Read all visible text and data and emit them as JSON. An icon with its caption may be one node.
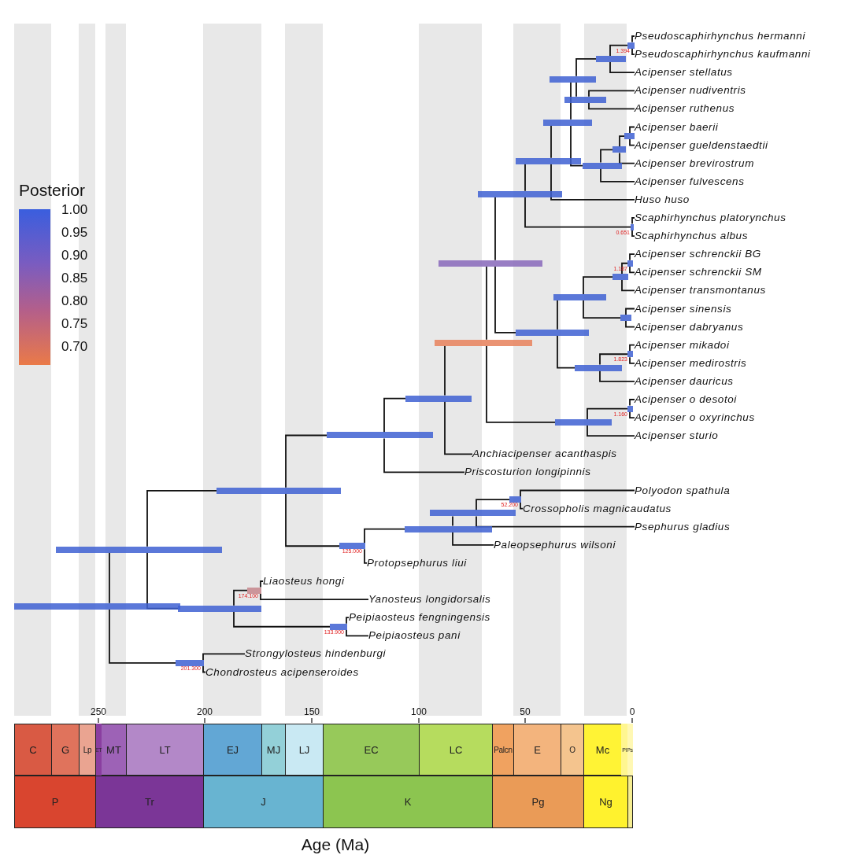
{
  "diagram": {
    "nodes": [
      {
        "text": [
          "Pseudoscaphirhynchus hermanni"
        ]
      },
      {
        "text": [
          "Pseudoscaphirhynchus kaufmanni"
        ]
      },
      {
        "text": [
          "Acipenser stellatus"
        ]
      },
      {
        "text": [
          "Acipenser nudiventris"
        ]
      },
      {
        "text": [
          "Acipenser ruthenus"
        ]
      },
      {
        "text": [
          "Acipenser baerii"
        ]
      },
      {
        "text": [
          "Acipenser gueldenstaedtii"
        ]
      },
      {
        "text": [
          "Acipenser brevirostrum"
        ]
      },
      {
        "text": [
          "Acipenser fulvescens"
        ]
      },
      {
        "text": [
          "Huso huso"
        ]
      },
      {
        "text": [
          "Scaphirhynchus platorynchus"
        ]
      },
      {
        "text": [
          "Scaphirhynchus albus"
        ]
      },
      {
        "text": [
          "Acipenser schrenckii BG"
        ]
      },
      {
        "text": [
          "Acipenser schrenckii SM"
        ]
      },
      {
        "text": [
          "Acipenser transmontanus"
        ]
      },
      {
        "text": [
          "Acipenser sinensis"
        ]
      },
      {
        "text": [
          "Acipenser dabryanus"
        ]
      },
      {
        "text": [
          "Acipenser mikadoi"
        ]
      },
      {
        "text": [
          "Acipenser medirostris"
        ]
      },
      {
        "text": [
          "Acipenser dauricus"
        ]
      },
      {
        "text": [
          "Acipenser o desotoi"
        ]
      },
      {
        "text": [
          "Acipenser o oxyrinchus"
        ]
      },
      {
        "text": [
          "Acipenser sturio"
        ]
      },
      {
        "text": [
          "Anchiacipenser acanthaspis"
        ]
      },
      {
        "text": [
          "Priscosturion longipinnis"
        ]
      },
      {
        "text": [
          "Polyodon spathula"
        ]
      },
      {
        "text": [
          "Crossopholis magnicaudatus"
        ]
      },
      {
        "text": [
          "Psephurus gladius"
        ]
      },
      {
        "text": [
          "Paleopsephurus wilsoni"
        ]
      },
      {
        "text": [
          "Protopsephurus liui"
        ]
      },
      {
        "text": [
          "Liaosteus hongi"
        ]
      },
      {
        "text": [
          "Yanosteus longidorsalis"
        ]
      },
      {
        "text": [
          "Peipiaosteus fengningensis"
        ]
      },
      {
        "text": [
          "Peipiaosteus pani"
        ]
      },
      {
        "text": [
          "Strongylosteus hindenburgi"
        ]
      },
      {
        "text": [
          "Chondrosteus acipenseroides"
        ]
      },
      {
        "text": [],
        "shape": "bar",
        "beside": [
          "1.394"
        ]
      },
      {
        "text": [],
        "shape": "bar"
      },
      {
        "text": [],
        "shape": "bar"
      },
      {
        "text": [],
        "shape": "bar"
      },
      {
        "text": [],
        "shape": "bar"
      },
      {
        "text": [],
        "shape": "bar"
      },
      {
        "text": [],
        "shape": "bar"
      },
      {
        "text": [],
        "shape": "bar"
      },
      {
        "text": [],
        "shape": "bar"
      },
      {
        "text": [],
        "shape": "bar"
      },
      {
        "text": [],
        "shape": "bar",
        "beside": [
          "0.651"
        ]
      },
      {
        "text": [],
        "shape": "bar"
      },
      {
        "text": [],
        "shape": "bar",
        "beside": [
          "1.187"
        ]
      },
      {
        "text": [],
        "shape": "bar"
      },
      {
        "text": [],
        "shape": "bar"
      },
      {
        "text": [],
        "shape": "bar"
      },
      {
        "text": [],
        "shape": "bar"
      },
      {
        "text": [],
        "shape": "bar"
      },
      {
        "text": [],
        "shape": "bar",
        "beside": [
          "1.823"
        ]
      },
      {
        "text": [],
        "shape": "bar"
      },
      {
        "text": [],
        "shape": "bar"
      },
      {
        "text": [],
        "shape": "bar",
        "beside": [
          "1.160"
        ]
      },
      {
        "text": [],
        "shape": "bar"
      },
      {
        "text": [],
        "shape": "bar"
      },
      {
        "text": [],
        "shape": "bar"
      },
      {
        "text": [],
        "shape": "bar",
        "beside": [
          "52.200"
        ]
      },
      {
        "text": [],
        "shape": "bar"
      },
      {
        "text": [],
        "shape": "bar"
      },
      {
        "text": [],
        "shape": "bar",
        "beside": [
          "125.000"
        ]
      },
      {
        "text": [],
        "shape": "bar"
      },
      {
        "text": [],
        "shape": "bar",
        "beside": [
          "174.100"
        ]
      },
      {
        "text": [],
        "shape": "bar"
      },
      {
        "text": [],
        "shape": "bar"
      },
      {
        "text": [],
        "shape": "bar",
        "beside": [
          "133.900"
        ]
      },
      {
        "text": [],
        "shape": "bar",
        "beside": [
          "201.300"
        ]
      },
      {
        "text": [
          "C"
        ]
      },
      {
        "text": [
          "G"
        ]
      },
      {
        "text": [
          "Lp"
        ]
      },
      {
        "text": [
          "ET"
        ]
      },
      {
        "text": [
          "MT"
        ]
      },
      {
        "text": [
          "LT"
        ]
      },
      {
        "text": [
          "EJ"
        ]
      },
      {
        "text": [
          "MJ"
        ]
      },
      {
        "text": [
          "LJ"
        ]
      },
      {
        "text": [
          "EC"
        ]
      },
      {
        "text": [
          "LC"
        ]
      },
      {
        "text": [
          "Palcn"
        ]
      },
      {
        "text": [
          "E"
        ]
      },
      {
        "text": [
          "O"
        ]
      },
      {
        "text": [
          "Mc"
        ]
      },
      {
        "text": [
          "Pl"
        ]
      },
      {
        "text": [
          "Ps"
        ]
      },
      {
        "text": [
          "P"
        ]
      },
      {
        "text": [
          "Tr"
        ]
      },
      {
        "text": [
          "J"
        ]
      },
      {
        "text": [
          "K"
        ]
      },
      {
        "text": [
          "Pg"
        ]
      },
      {
        "text": [
          "Ng"
        ]
      },
      {
        "text": [],
        "shape": "box"
      },
      {
        "text": [],
        "shape": "bar",
        "beside": [
          "Posterior",
          "1.00",
          "0.95",
          "0.90",
          "0.85",
          "0.80",
          "0.75",
          "0.70"
        ]
      }
    ],
    "edges": [
      {
        "from": 36,
        "to": 0,
        "arrow": "none"
      },
      {
        "from": 36,
        "to": 1,
        "arrow": "none"
      },
      {
        "from": 37,
        "to": 36,
        "arrow": "none"
      },
      {
        "from": 37,
        "to": 2,
        "arrow": "none"
      },
      {
        "from": 38,
        "to": 37,
        "arrow": "none"
      },
      {
        "from": 38,
        "to": 39,
        "arrow": "none"
      },
      {
        "from": 39,
        "to": 3,
        "arrow": "none"
      },
      {
        "from": 39,
        "to": 4,
        "arrow": "none"
      },
      {
        "from": 40,
        "to": 38,
        "arrow": "none"
      },
      {
        "from": 40,
        "to": 44,
        "arrow": "none"
      },
      {
        "from": 41,
        "to": 5,
        "arrow": "none"
      },
      {
        "from": 41,
        "to": 6,
        "arrow": "none"
      },
      {
        "from": 42,
        "to": 41,
        "arrow": "none"
      },
      {
        "from": 42,
        "to": 7,
        "arrow": "none"
      },
      {
        "from": 43,
        "to": 40,
        "arrow": "none"
      },
      {
        "from": 43,
        "to": 9,
        "arrow": "none"
      },
      {
        "from": 44,
        "to": 42,
        "arrow": "none"
      },
      {
        "from": 44,
        "to": 8,
        "arrow": "none"
      },
      {
        "from": 45,
        "to": 43,
        "arrow": "none"
      },
      {
        "from": 45,
        "to": 46,
        "arrow": "none"
      },
      {
        "from": 46,
        "to": 10,
        "arrow": "none"
      },
      {
        "from": 46,
        "to": 11,
        "arrow": "none"
      },
      {
        "from": 47,
        "to": 45,
        "arrow": "none"
      },
      {
        "from": 47,
        "to": 52,
        "arrow": "none"
      },
      {
        "from": 48,
        "to": 12,
        "arrow": "none"
      },
      {
        "from": 48,
        "to": 13,
        "arrow": "none"
      },
      {
        "from": 49,
        "to": 48,
        "arrow": "none"
      },
      {
        "from": 49,
        "to": 14,
        "arrow": "none"
      },
      {
        "from": 50,
        "to": 49,
        "arrow": "none"
      },
      {
        "from": 50,
        "to": 51,
        "arrow": "none"
      },
      {
        "from": 51,
        "to": 15,
        "arrow": "none"
      },
      {
        "from": 51,
        "to": 16,
        "arrow": "none"
      },
      {
        "from": 52,
        "to": 50,
        "arrow": "none"
      },
      {
        "from": 52,
        "to": 55,
        "arrow": "none"
      },
      {
        "from": 53,
        "to": 47,
        "arrow": "none"
      },
      {
        "from": 53,
        "to": 58,
        "arrow": "none"
      },
      {
        "from": 54,
        "to": 17,
        "arrow": "none"
      },
      {
        "from": 54,
        "to": 18,
        "arrow": "none"
      },
      {
        "from": 55,
        "to": 54,
        "arrow": "none"
      },
      {
        "from": 55,
        "to": 19,
        "arrow": "none"
      },
      {
        "from": 56,
        "to": 53,
        "arrow": "none"
      },
      {
        "from": 56,
        "to": 23,
        "arrow": "none"
      },
      {
        "from": 57,
        "to": 20,
        "arrow": "none"
      },
      {
        "from": 57,
        "to": 21,
        "arrow": "none"
      },
      {
        "from": 58,
        "to": 57,
        "arrow": "none"
      },
      {
        "from": 58,
        "to": 22,
        "arrow": "none"
      },
      {
        "from": 59,
        "to": 56,
        "arrow": "none"
      },
      {
        "from": 59,
        "to": 24,
        "arrow": "none"
      },
      {
        "from": 60,
        "to": 59,
        "arrow": "none"
      },
      {
        "from": 60,
        "to": 64,
        "arrow": "none"
      },
      {
        "from": 61,
        "to": 25,
        "arrow": "none"
      },
      {
        "from": 61,
        "to": 26,
        "arrow": "none"
      },
      {
        "from": 62,
        "to": 61,
        "arrow": "none"
      },
      {
        "from": 62,
        "to": 27,
        "arrow": "none"
      },
      {
        "from": 63,
        "to": 62,
        "arrow": "none"
      },
      {
        "from": 63,
        "to": 28,
        "arrow": "none"
      },
      {
        "from": 64,
        "to": 63,
        "arrow": "none"
      },
      {
        "from": 64,
        "to": 29,
        "arrow": "none"
      },
      {
        "from": 65,
        "to": 60,
        "arrow": "none"
      },
      {
        "from": 65,
        "to": 68,
        "arrow": "none"
      },
      {
        "from": 66,
        "to": 30,
        "arrow": "none"
      },
      {
        "from": 66,
        "to": 31,
        "arrow": "none"
      },
      {
        "from": 67,
        "to": 65,
        "arrow": "none"
      },
      {
        "from": 67,
        "to": 70,
        "arrow": "none"
      },
      {
        "from": 68,
        "to": 66,
        "arrow": "none"
      },
      {
        "from": 68,
        "to": 69,
        "arrow": "none"
      },
      {
        "from": 69,
        "to": 32,
        "arrow": "none"
      },
      {
        "from": 69,
        "to": 33,
        "arrow": "none"
      },
      {
        "from": 70,
        "to": 34,
        "arrow": "none"
      },
      {
        "from": 70,
        "to": 35,
        "arrow": "none"
      }
    ],
    "labels": [
      "250",
      "200",
      "150",
      "100",
      "50",
      "0",
      "Age (Ma)"
    ]
  }
}
